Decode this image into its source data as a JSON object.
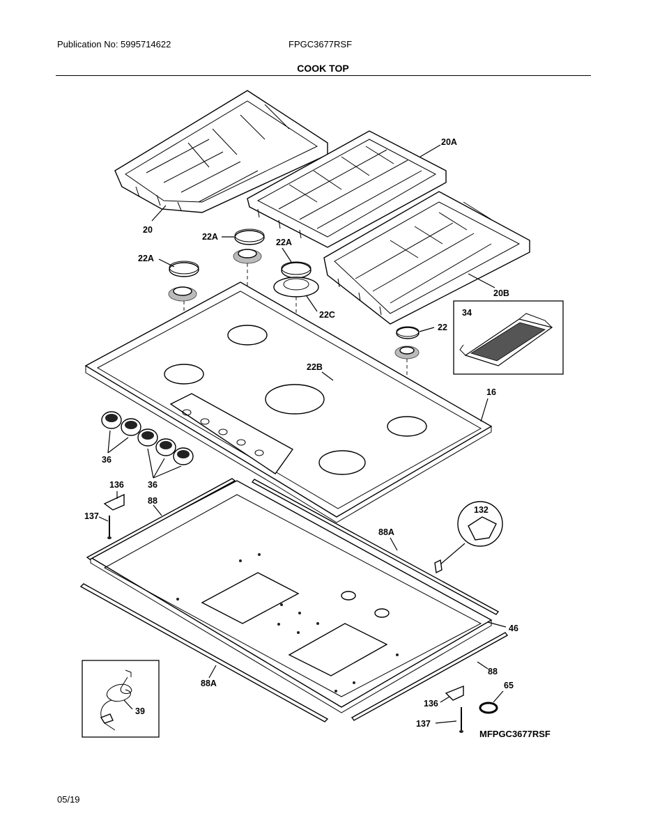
{
  "header": {
    "publication": "Publication No: 5995714622",
    "model": "FPGC3677RSF",
    "section_title": "COOK TOP"
  },
  "footer": {
    "date": "05/19",
    "diagram_id": "MFPGC3677RSF"
  },
  "callouts": {
    "grate_left": "20",
    "grate_center": "20A",
    "grate_right": "20B",
    "griddle": "34",
    "cap_left": "22A",
    "cap_back_left": "22A",
    "cap_center": "22A",
    "cap_right": "22",
    "cap_large": "22B",
    "burner_center": "22C",
    "cooktop": "16",
    "knob_left": "36",
    "knob_group": "36",
    "bracket_top": "136",
    "bracket_bottom": "136",
    "screw_top": "137",
    "screw_bottom": "137",
    "trim_top": "88",
    "trim_bottom": "88",
    "trim_right": "88A",
    "trim_left": "88A",
    "igniter_detail": "132",
    "box": "46",
    "cord": "39",
    "grommet": "65"
  }
}
